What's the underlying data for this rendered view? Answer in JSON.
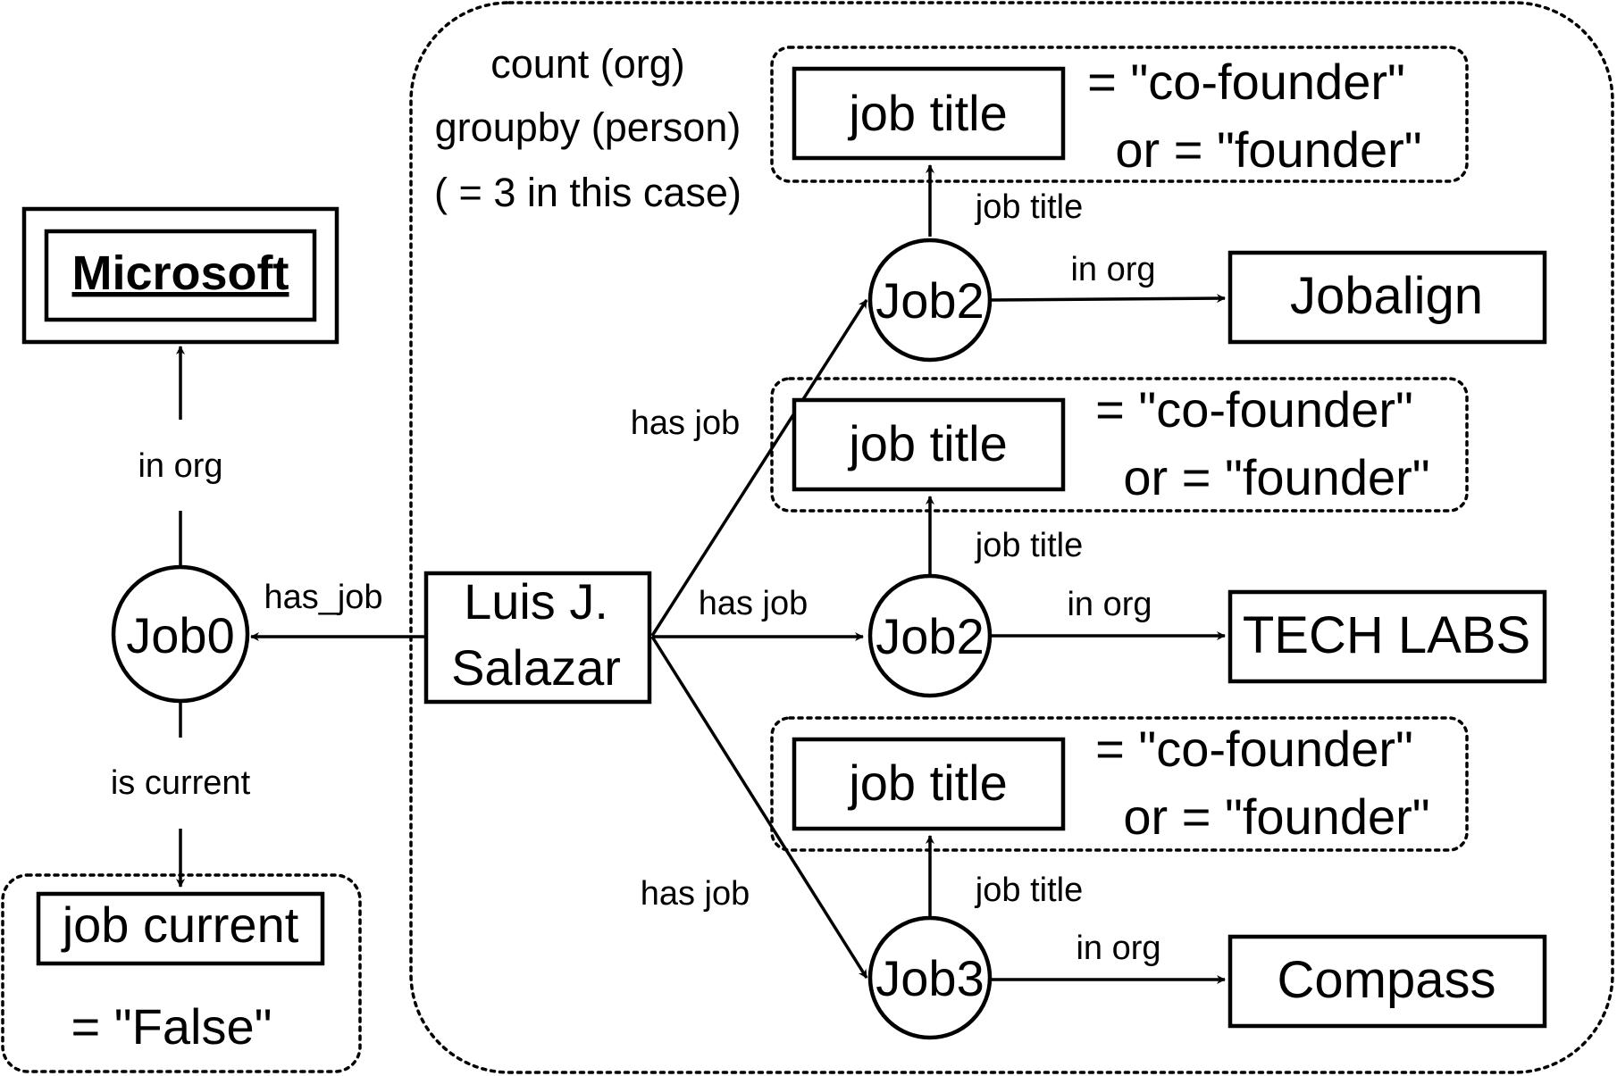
{
  "query": {
    "line1": "count (org)",
    "line2": "groupby (person)",
    "line3": "( = 3 in this case)"
  },
  "left": {
    "org": "Microsoft",
    "edge_in_org": "in org",
    "job_node": "Job0",
    "edge_has_job": "has_job",
    "edge_is_current": "is current",
    "attr": "job current",
    "cond": "= \"False\""
  },
  "person": {
    "line1": "Luis J.",
    "line2": "Salazar"
  },
  "branches": [
    {
      "job_node": "Job2",
      "edge_has_job": "has job",
      "attr": "job title",
      "edge_job_title": "job title",
      "cond_line1": "= \"co-founder\"",
      "cond_line2": "or = \"founder\"",
      "edge_in_org": "in org",
      "org": "Jobalign"
    },
    {
      "job_node": "Job2",
      "edge_has_job": "has job",
      "attr": "job title",
      "edge_job_title": "job title",
      "cond_line1": "= \"co-founder\"",
      "cond_line2": "or = \"founder\"",
      "edge_in_org": "in org",
      "org": "TECH LABS"
    },
    {
      "job_node": "Job3",
      "edge_has_job": "has job",
      "attr": "job title",
      "edge_job_title": "job title",
      "cond_line1": "= \"co-founder\"",
      "cond_line2": "or = \"founder\"",
      "edge_in_org": "in org",
      "org": "Compass"
    }
  ]
}
